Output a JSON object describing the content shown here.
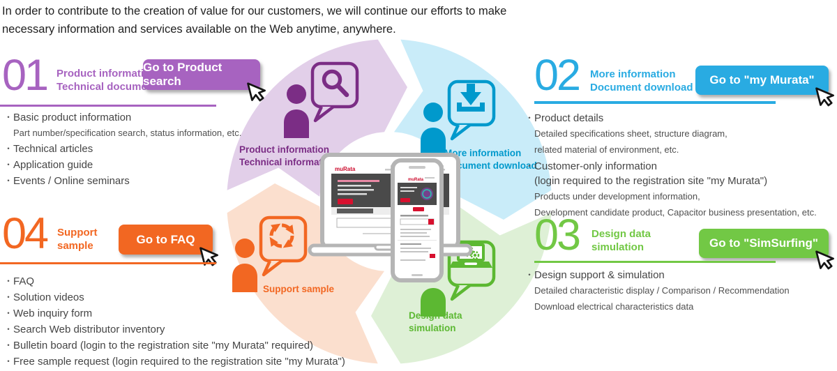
{
  "header": {
    "line1": "In order to contribute to the creation of value for our customers, we will continue our efforts to make",
    "line2": "necessary information and services available on the Web anytime, anywhere."
  },
  "sections": [
    {
      "number": "01",
      "title_line1": "Product information",
      "title_line2": "Technical documents",
      "button_label": "Go to Product search",
      "accent": "#a763c0",
      "items": [
        {
          "text": "Basic product information",
          "subs": [
            "Part number/specification search, status information, etc."
          ]
        },
        {
          "text": "Technical articles"
        },
        {
          "text": "Application guide"
        },
        {
          "text": "Events / Online seminars"
        }
      ]
    },
    {
      "number": "02",
      "title_line1": "More information",
      "title_line2": "Document download",
      "button_label": "Go to \"my Murata\"",
      "accent": "#29abe2",
      "items": [
        {
          "text": "Product details",
          "subs": [
            "Detailed specifications sheet, structure diagram,",
            "related material of environment, etc."
          ]
        },
        {
          "text": "Customer-only information",
          "cont": [
            "(login required to the registration site \"my Murata\")"
          ],
          "subs": [
            "Products under development information,",
            "Development candidate product, Capacitor business presentation, etc."
          ]
        }
      ]
    },
    {
      "number": "03",
      "title_line1": "Design data",
      "title_line2": "simulation",
      "button_label": "Go to \"SimSurfing\"",
      "accent": "#72c845",
      "items": [
        {
          "text": "Design support & simulation",
          "subs": [
            "Detailed characteristic display / Comparison / Recommendation",
            "Download electrical characteristics data"
          ]
        }
      ]
    },
    {
      "number": "04",
      "title_line1": "Support",
      "title_line2": "sample",
      "button_label": "Go to FAQ",
      "accent": "#f26722",
      "items": [
        {
          "text": "FAQ"
        },
        {
          "text": "Solution videos"
        },
        {
          "text": "Web inquiry form"
        },
        {
          "text": "Search Web distributor inventory"
        },
        {
          "text": "Bulletin board (login to the registration site \"my Murata\" required)"
        },
        {
          "text": "Free sample  request (login required to the registration site \"my Murata\")"
        }
      ]
    }
  ],
  "wheel": {
    "segments": [
      {
        "name": "product-information",
        "label_line1": "Product information",
        "label_line2": "Technical information",
        "fill": "#e2cfe9",
        "accent": "#7b2d85",
        "icon": "magnifier"
      },
      {
        "name": "more-information",
        "label_line1": "More information",
        "label_line2": "Document download",
        "fill": "#c9ecf9",
        "accent": "#0099cc",
        "icon": "download"
      },
      {
        "name": "design-data",
        "label_line1": "Design data",
        "label_line2": "simulation",
        "fill": "#def0d6",
        "accent": "#5cb832",
        "icon": "laptop-gears"
      },
      {
        "name": "support-sample",
        "label_line1": "Support sample",
        "label_line2": "",
        "fill": "#fbdfce",
        "accent": "#f26722",
        "icon": "refresh"
      }
    ]
  },
  "devices": {
    "brand": "muRata"
  }
}
